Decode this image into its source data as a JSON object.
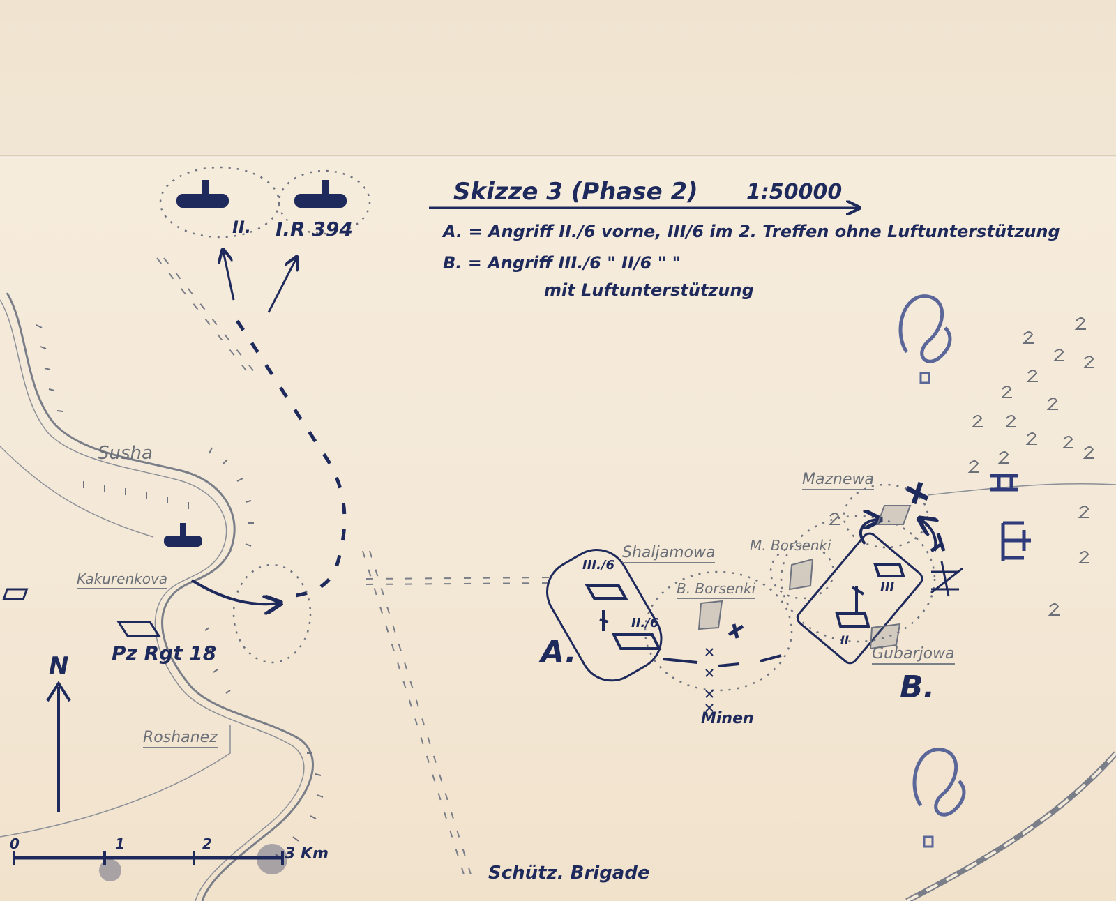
{
  "title": "Skizze 3 (Phase 2)",
  "scale": "1:50000",
  "legend": {
    "a_line": "A. = Angriff II./6 vorne, III/6 im 2. Treffen ohne Luftunterstützung",
    "b_line": "B. = Angriff III./6 \"    II/6 \" \"",
    "b_line2": "mit Luftunterstützung"
  },
  "units": {
    "top_regiment_num": "II.",
    "top_regiment_name": "I.R 394",
    "pz_rgt": "Pz Rgt 18",
    "attack_a_left_box": "III./6",
    "attack_a_inner": "II./6",
    "attack_b_inner": "III",
    "attack_b_lower": "II",
    "group_a": "A.",
    "group_b": "B.",
    "bottom_brigade": "Schütz. Brigade"
  },
  "places": {
    "river": "Susha",
    "kakurenkova": "Kakurenkova",
    "roshanez": "Roshanez",
    "shaljamowa": "Shaljamowa",
    "m_borsenki": "M. Borsenki",
    "b_borsenki": "B. Borsenki",
    "maznewa": "Maznewa",
    "gubarjowa": "Gubarjowa",
    "minen": "Minen"
  },
  "scale_bar": {
    "labels": [
      "0",
      "1",
      "2",
      "3 Km"
    ]
  },
  "north_label": "N",
  "colors": {
    "ink": "#1f2a5c",
    "pencil": "#6b6f78",
    "paper": "#f4ead9"
  }
}
